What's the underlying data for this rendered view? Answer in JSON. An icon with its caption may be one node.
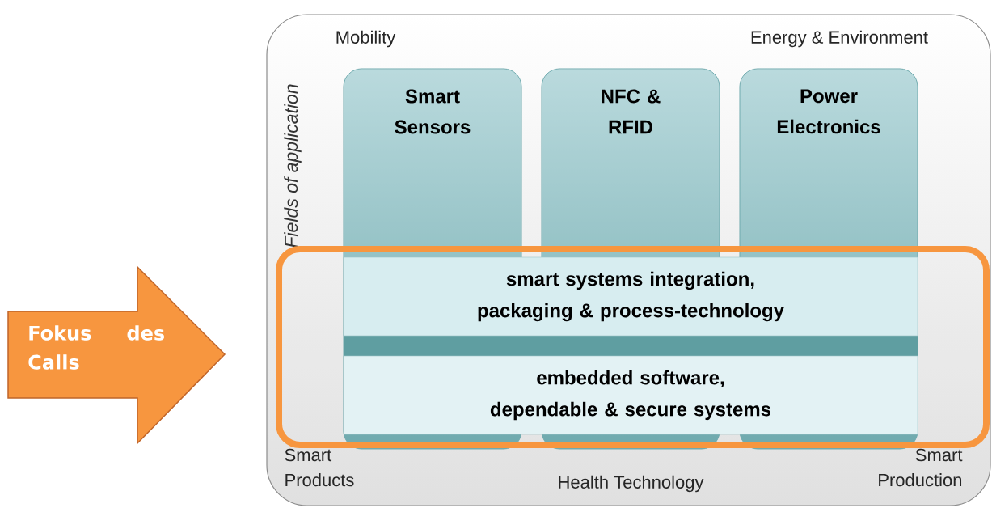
{
  "diagram": {
    "nodes": [
      {
        "text": [
          "Fields of application"
        ]
      },
      {
        "text": [
          "Smart Sensors"
        ],
        "in": 0
      },
      {
        "text": [
          "NFC & RFID"
        ],
        "in": 0
      },
      {
        "text": [
          "Power Electronics"
        ],
        "in": 0
      },
      {
        "text": [
          "smart systems integration, packaging & process-technology"
        ],
        "in": 6
      },
      {
        "text": [
          "embedded software, dependable & secure systems"
        ],
        "in": 6
      },
      {
        "text": [],
        "shape": "box",
        "in": 0
      },
      {
        "text": [
          "Fokus des Calls"
        ]
      }
    ],
    "edges": [],
    "labels": [
      "Mobility",
      "Energy & Environment",
      "Smart Products",
      "Health Technology",
      "Smart Production"
    ]
  }
}
